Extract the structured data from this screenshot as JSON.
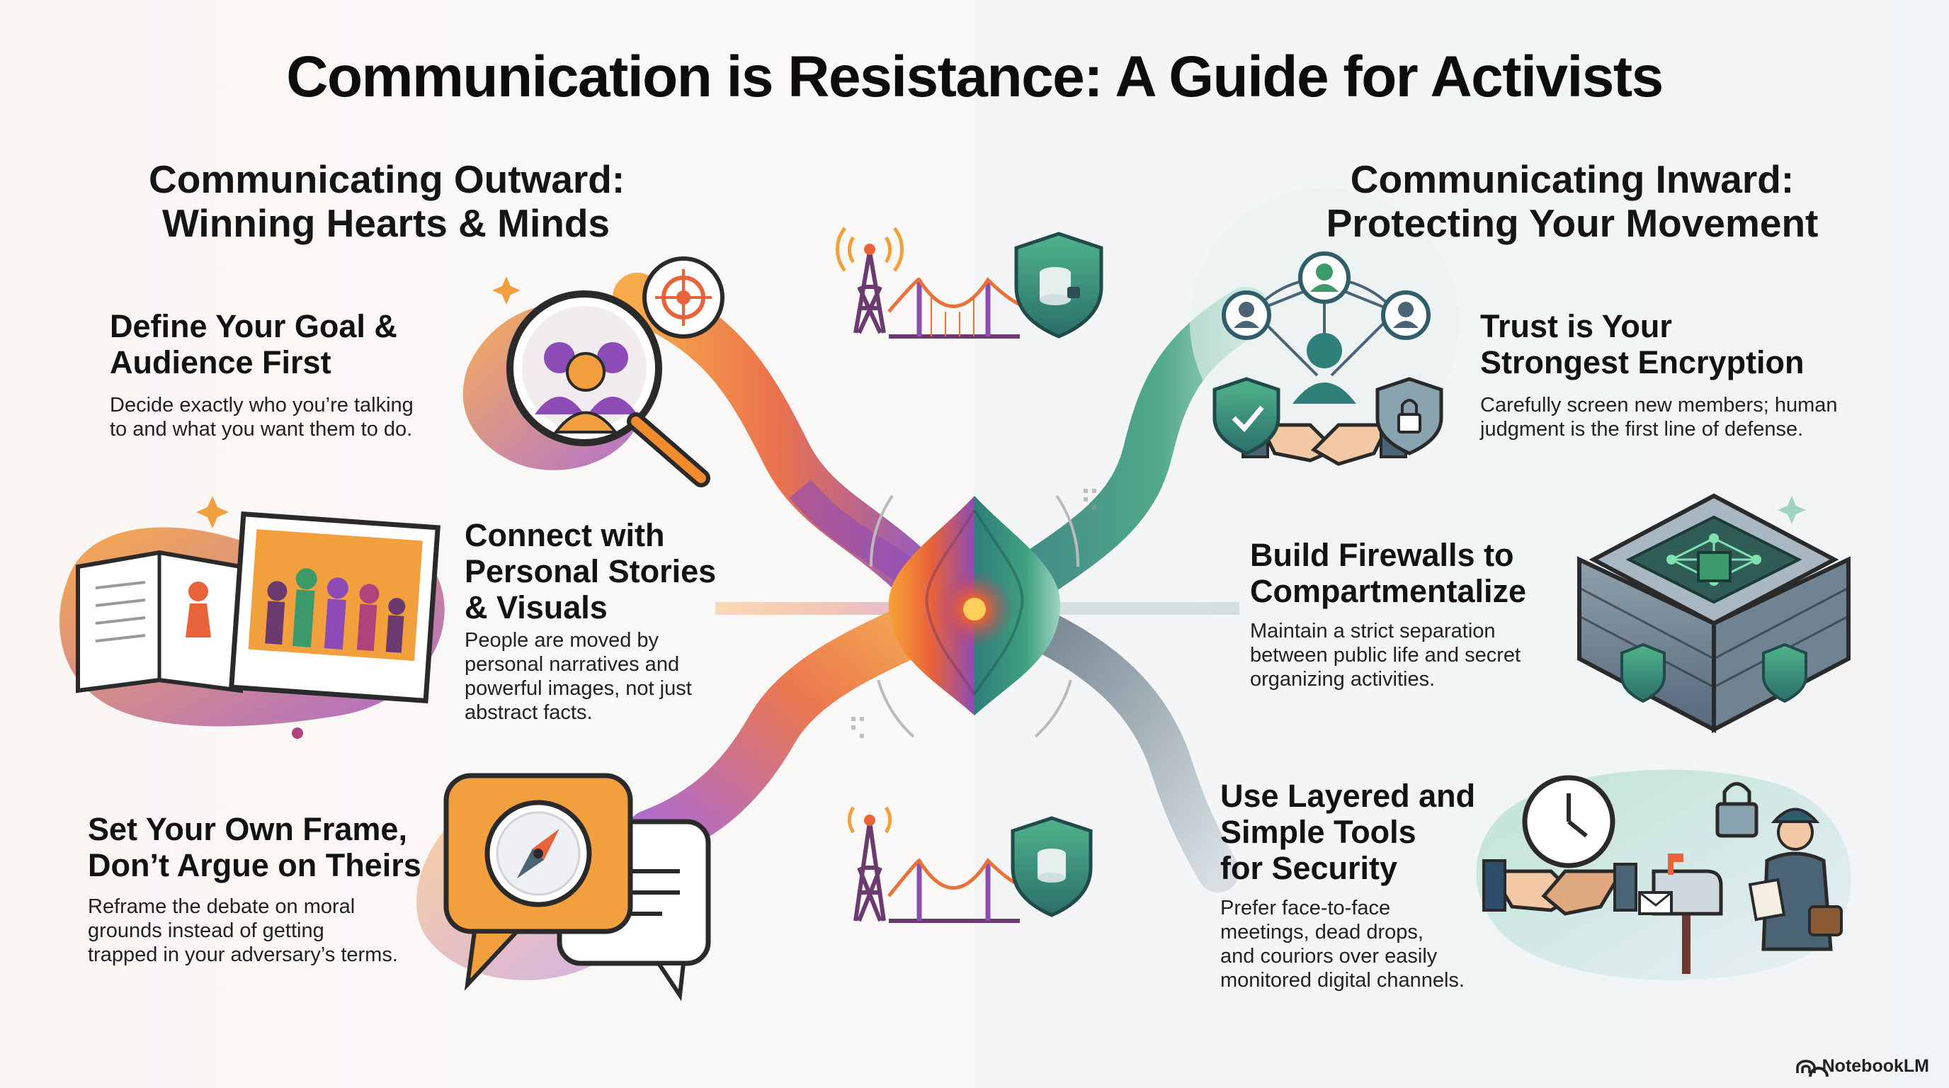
{
  "title": "Communication is Resistance: A Guide for Activists",
  "outward": {
    "heading_lines": [
      "Communicating Outward:",
      "Winning Hearts & Minds"
    ],
    "items": [
      {
        "title_lines": [
          "Define Your Goal &",
          "Audience First"
        ],
        "desc_lines": [
          "Decide exactly who you’re talking",
          "to and what you want them to do."
        ],
        "icon": "magnifier-audience-icon"
      },
      {
        "title_lines": [
          "Connect with",
          "Personal Stories",
          "& Visuals"
        ],
        "desc_lines": [
          "People are moved by",
          "personal narratives and",
          "powerful images, not just",
          "abstract facts."
        ],
        "icon": "book-photo-icon"
      },
      {
        "title_lines": [
          "Set Your Own Frame,",
          "Don’t Argue on Theirs"
        ],
        "desc_lines": [
          "Reframe the debate on moral",
          "grounds instead of getting",
          "trapped in your adversary’s terms."
        ],
        "icon": "compass-speech-bubble-icon"
      }
    ]
  },
  "inward": {
    "heading_lines": [
      "Communicating Inward:",
      "Protecting Your Movement"
    ],
    "items": [
      {
        "title_lines": [
          "Trust is Your",
          "Strongest Encryption"
        ],
        "desc_lines": [
          "Carefully screen new members; human",
          "judgment is the first line of defense."
        ],
        "icon": "network-handshake-icon"
      },
      {
        "title_lines": [
          "Build Firewalls to",
          "Compartmentalize"
        ],
        "desc_lines": [
          "Maintain a strict separation",
          "between public life and secret",
          "organizing activities."
        ],
        "icon": "walled-fortress-icon"
      },
      {
        "title_lines": [
          "Use Layered and",
          "Simple Tools",
          "for Security"
        ],
        "desc_lines": [
          "Prefer face-to-face",
          "meetings, dead drops,",
          "and couriors over easily",
          "monitored digital channels."
        ],
        "icon": "courier-mailbox-icon"
      }
    ]
  },
  "center_icons": [
    "radio-tower-icon",
    "bridge-icon",
    "shield-database-icon"
  ],
  "badge": {
    "label": "NotebookLM"
  },
  "colors": {
    "outward_orange": "#f28a2e",
    "outward_purple": "#8a4fb3",
    "outward_magenta": "#b0447a",
    "inward_teal": "#2d8c7c",
    "inward_green": "#3c9a6a",
    "inward_slate": "#4a6375",
    "core_glow": "#f26a24"
  }
}
